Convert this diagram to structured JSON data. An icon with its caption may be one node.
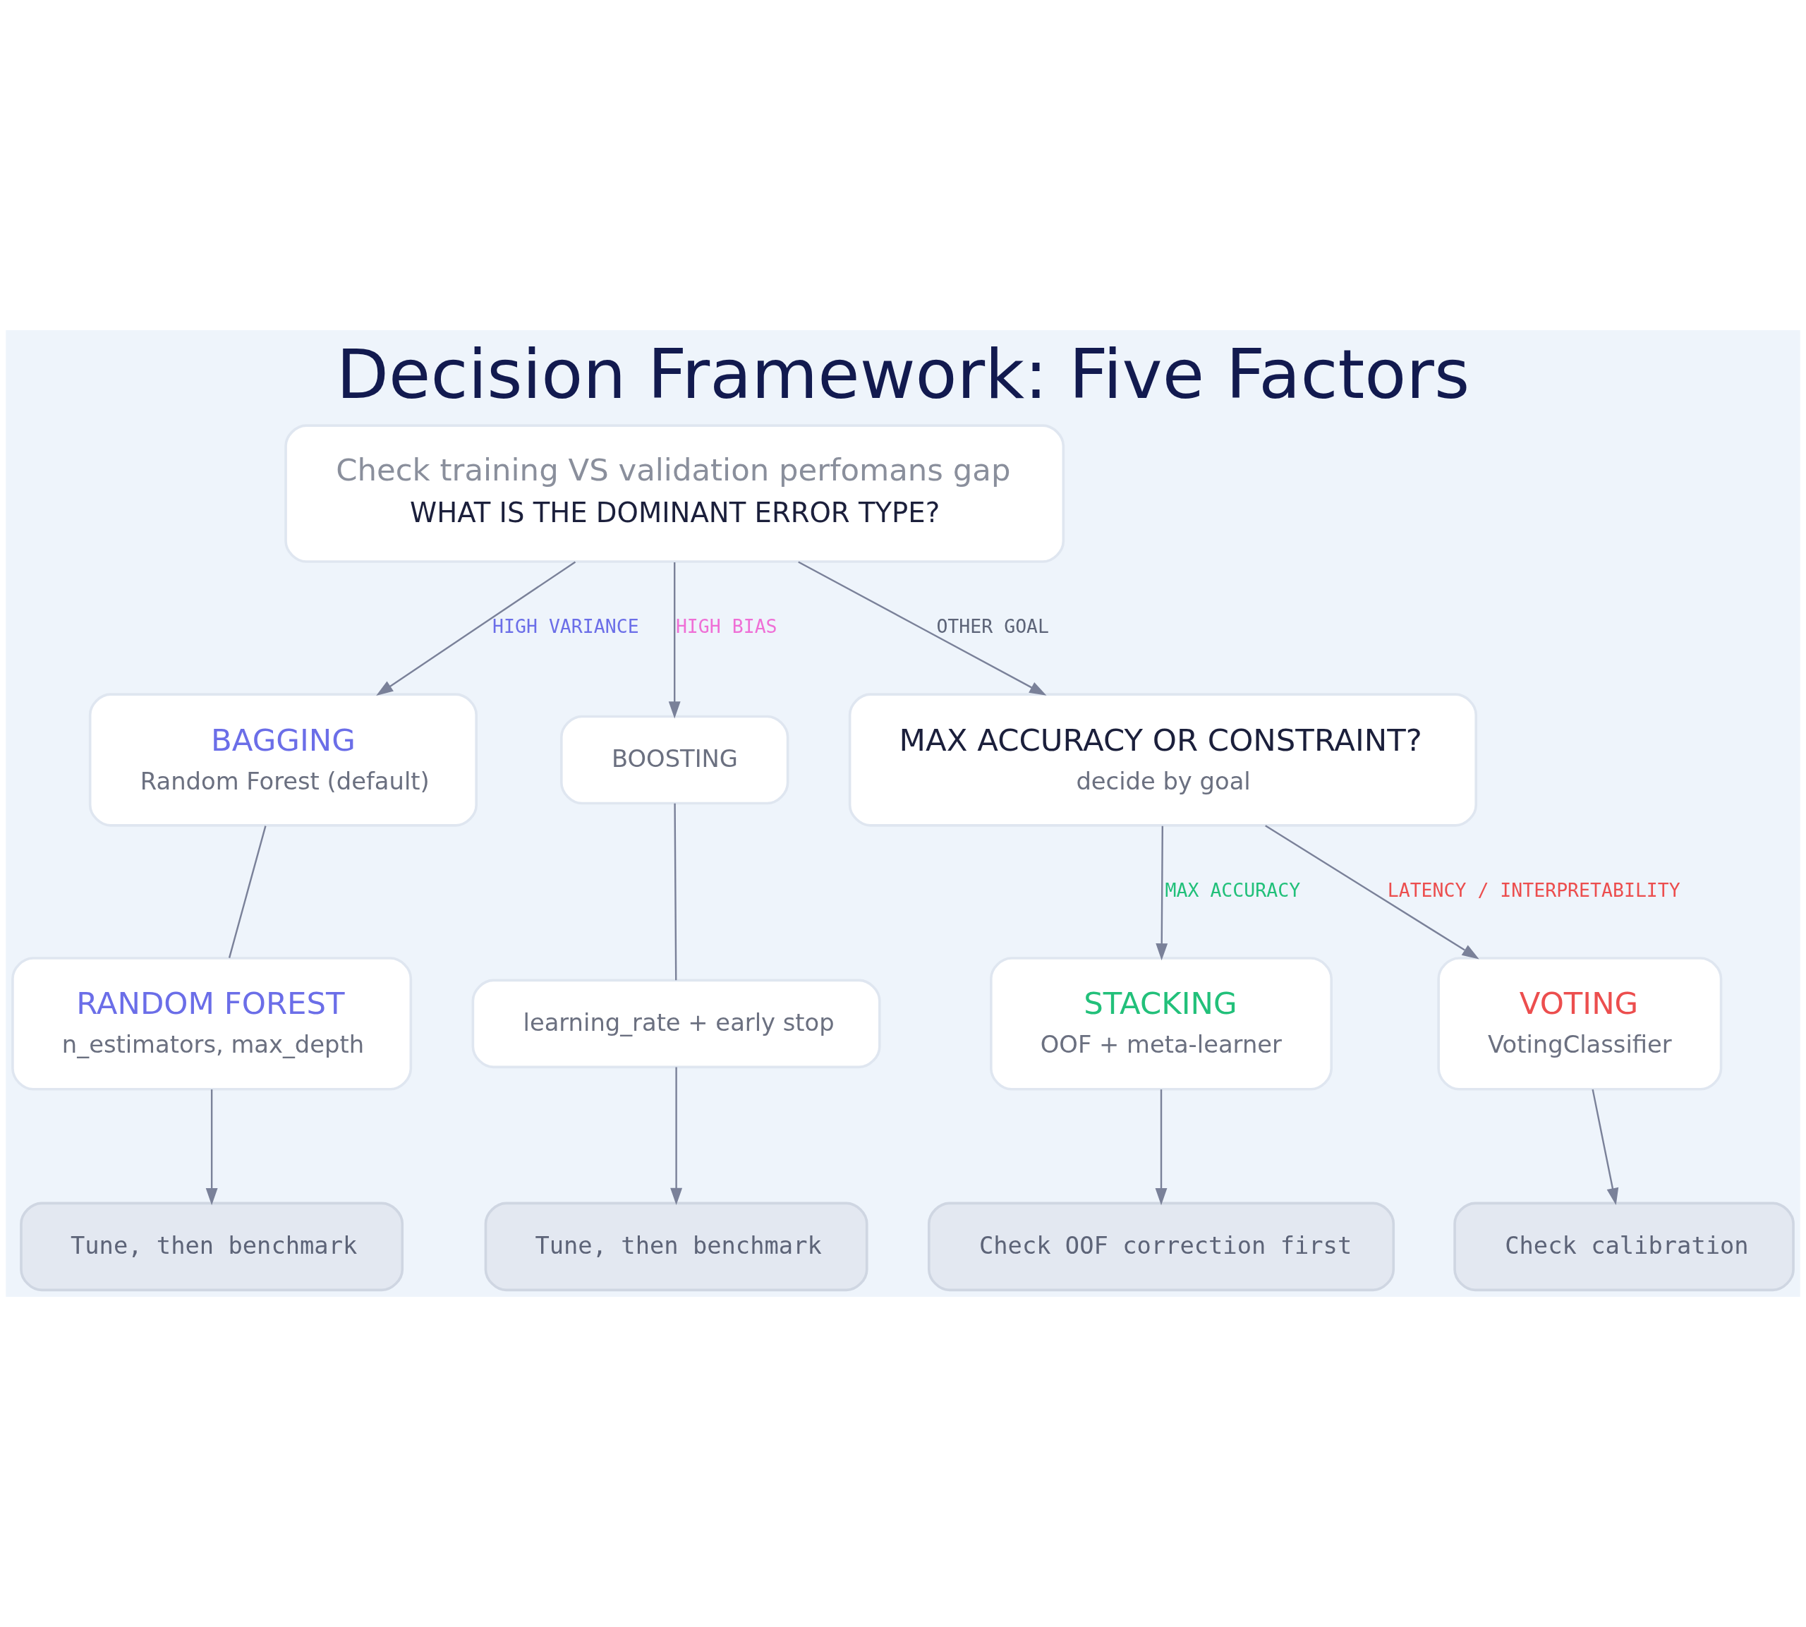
{
  "diagram": {
    "title": "Decision Framework: Five Factors",
    "nodes": [
      {
        "text": [
          "Check training VS validation perfomans gap",
          "WHAT IS THE DOMINANT ERROR TYPE?"
        ]
      },
      {
        "text": [
          "BAGGING",
          "Random Forest (default)"
        ]
      },
      {
        "text": [
          "BOOSTING"
        ]
      },
      {
        "text": [
          "MAX ACCURACY OR CONSTRAINT?",
          "decide by goal"
        ]
      },
      {
        "text": [
          "RANDOM FOREST",
          "n_estimators, max_depth"
        ]
      },
      {
        "text": [
          "learning_rate + early stop"
        ]
      },
      {
        "text": [
          "STACKING",
          "OOF + meta-learner"
        ]
      },
      {
        "text": [
          "VOTING",
          "VotingClassifier"
        ]
      },
      {
        "text": [
          "Tune, then benchmark"
        ]
      },
      {
        "text": [
          "Tune, then benchmark"
        ]
      },
      {
        "text": [
          "Check OOF correction first"
        ]
      },
      {
        "text": [
          "Check calibration"
        ]
      }
    ],
    "edges": [
      {
        "from": 0,
        "to": 1,
        "arrow": "to",
        "label": "HIGH VARIANCE"
      },
      {
        "from": 0,
        "to": 2,
        "arrow": "to",
        "label": "HIGH BIAS"
      },
      {
        "from": 0,
        "to": 3,
        "arrow": "to",
        "label": "OTHER GOAL"
      },
      {
        "from": 1,
        "to": 4,
        "arrow": "none"
      },
      {
        "from": 2,
        "to": 5,
        "arrow": "none"
      },
      {
        "from": 3,
        "to": 6,
        "arrow": "to",
        "label": "MAX ACCURACY"
      },
      {
        "from": 3,
        "to": 7,
        "arrow": "to",
        "label": "LATENCY / INTERPRETABILITY"
      },
      {
        "from": 4,
        "to": 8,
        "arrow": "to"
      },
      {
        "from": 5,
        "to": 9,
        "arrow": "to"
      },
      {
        "from": 6,
        "to": 10,
        "arrow": "to"
      },
      {
        "from": 7,
        "to": 11,
        "arrow": "to"
      }
    ]
  }
}
